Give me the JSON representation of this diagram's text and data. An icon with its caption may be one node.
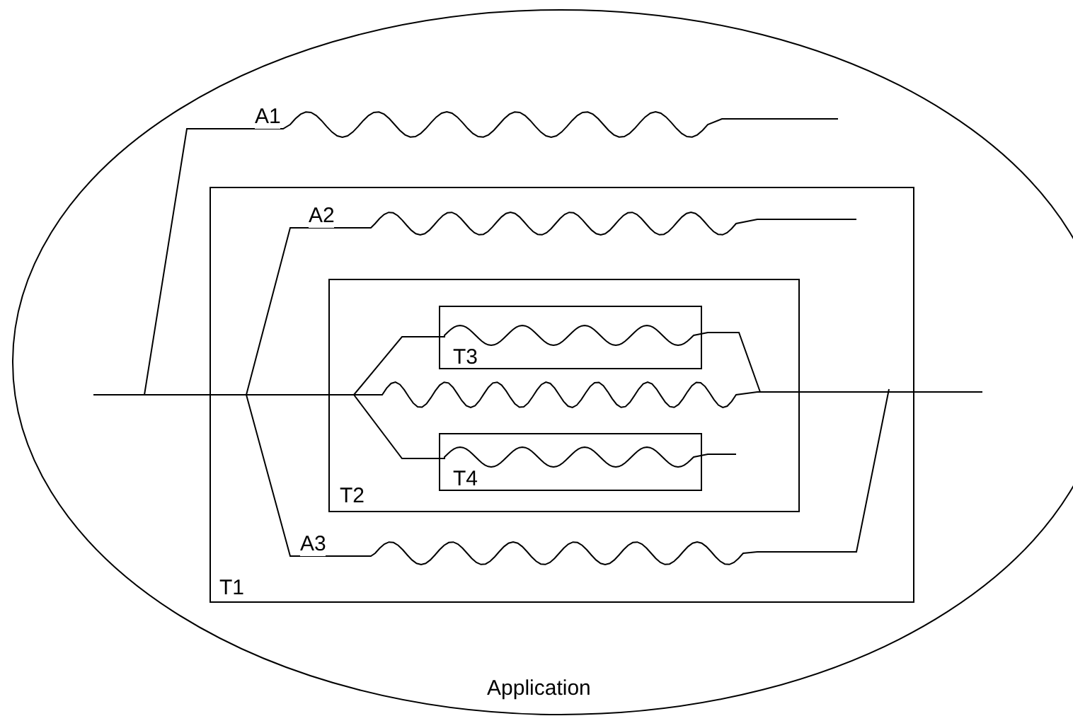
{
  "diagram": {
    "nodes": [
      {
        "text": [
          "Application"
        ]
      },
      {
        "text": [
          "T1"
        ],
        "in": 0
      },
      {
        "text": [
          "T2"
        ],
        "in": 1
      },
      {
        "text": [
          "T3"
        ],
        "in": 2
      },
      {
        "text": [
          "T4"
        ],
        "in": 2
      }
    ],
    "labels": [
      "A1",
      "A2",
      "A3"
    ]
  }
}
